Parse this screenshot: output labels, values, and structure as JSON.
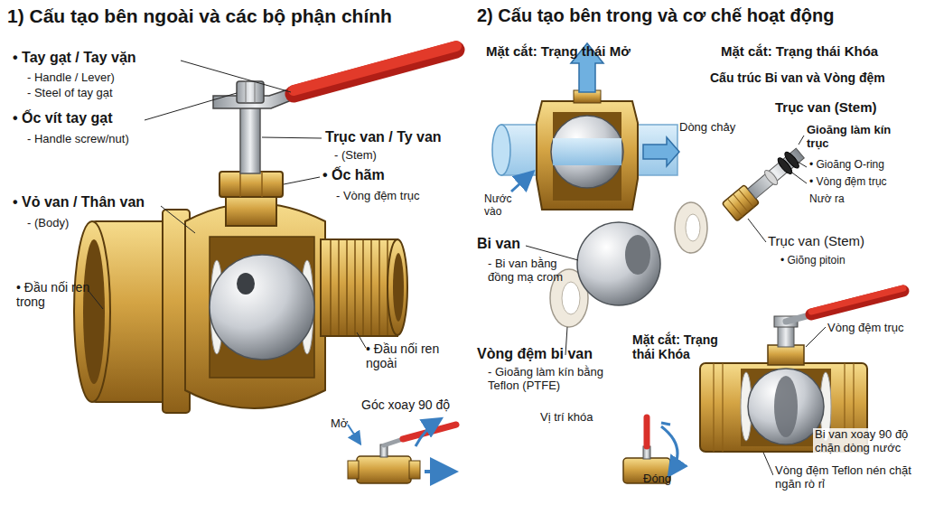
{
  "diagram": {
    "labels": [
      "1) Cấu tạo bên ngoài và các bộ phận chính",
      "2) Cấu tạo bên trong và cơ chế hoạt động",
      "• Tay gạt / Tay vặn",
      "- Handle / Lever)",
      "- Steel of tay gạt",
      "• Ốc vít tay gạt",
      "- Handle screw/nut)",
      "• Vỏ van / Thân van",
      "- (Body)",
      "• Đầu nối ren trong",
      "Trục van / Ty van",
      "- (Stem)",
      "• Ốc hãm",
      "- Vòng đệm trục",
      "• Đầu nối ren ngoài",
      "Góc xoay 90 độ",
      "Mở",
      "Mặt cắt: Trạng thái Mở",
      "Mặt cắt: Trạng thái Khóa",
      "Cấu trúc Bi van và Vòng đệm",
      "Dòng chảy",
      "Nước vào",
      "Trục van (Stem)",
      "Gioăng làm kín trục",
      "• Gioăng O-ring",
      "• Vòng đệm trục",
      "Nườ ra",
      "Trục van (Stem)",
      "• Giõng pitoin",
      "Bi van",
      "- Bi van bằng đồng mạ crom",
      "Vòng đệm bi van",
      "- Gioăng làm kín bằng Teflon (PTFE)",
      "Vòng đệm trục",
      "Mặt cắt: Trạng thái Khóa",
      "Vị trí khóa",
      "Đóng",
      "Bi van xoay 90 độ chặn dòng nước",
      "Vòng đệm Teflon nén chặt ngăn rò rỉ"
    ]
  }
}
